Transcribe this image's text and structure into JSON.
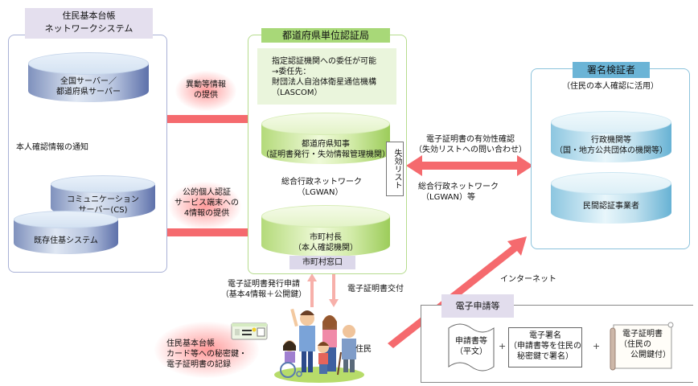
{
  "juki_network": {
    "title_line1": "住民基本台帳",
    "title_line2": "ネットワークシステム",
    "national_server": {
      "line1": "全国サーバー／",
      "line2": "都道府県サーバー"
    },
    "notify_label": "本人確認情報の通知",
    "cs_server": {
      "line1": "コミュニケーション",
      "line2": "サーバー(CS)"
    },
    "existing_system": "既存住基システム"
  },
  "flows": {
    "change_info": {
      "line1": "異動等情報",
      "line2": "の提供"
    },
    "four_info": {
      "line1": "公的個人認証",
      "line2": "サービス端末への",
      "line3": "4情報の提供"
    }
  },
  "prefecture_ca": {
    "title": "都道府県単位認証局",
    "delegation": {
      "line1": "指定認証機関への委任が可能",
      "line2": "→委任先：",
      "line3": "財団法人自治体衛星通信機構",
      "line4": "（LASCOM）"
    },
    "governor": {
      "line1": "都道府県知事",
      "line2": "（証明書発行・失効情報管理機関）"
    },
    "lgwan": {
      "line1": "総合行政ネットワーク",
      "line2": "（LGWAN）"
    },
    "mayor": {
      "line1": "市町村長",
      "line2": "（本人確認機関）"
    },
    "counter": "市町村窓口",
    "revocation_list": "失効リスト"
  },
  "validity_check": {
    "line1": "電子証明書の有効性確認",
    "line2": "（失効リストへの問い合わせ）",
    "net_line1": "総合行政ネットワーク",
    "net_line2": "（LGWAN）等"
  },
  "verifier": {
    "title": "署名検証者",
    "subtitle": "（住民の本人確認に活用）",
    "gov_agency": {
      "line1": "行政機関等",
      "line2": "（国・地方公共団体の機関等）"
    },
    "private_ca": "民間認証事業者"
  },
  "resident": {
    "apply_line1": "電子証明書発行申請",
    "apply_line2": "（基本4情報＋公開鍵）",
    "issue": "電子証明書交付",
    "label": "住民",
    "card_line1": "住民基本台帳",
    "card_line2": "カード等への秘密鍵・",
    "card_line3": "電子証明書の記録"
  },
  "internet_label": "インターネット",
  "e_application": {
    "title": "電子申請等",
    "doc1": {
      "line1": "申請書等",
      "line2": "（平文）"
    },
    "doc2": {
      "line1": "電子署名",
      "line2": "（申請書等を住民の",
      "line3": "秘密鍵で署名）"
    },
    "doc3": {
      "line1": "電子証明書",
      "line2": "（住民の",
      "line3": "公開鍵付）"
    },
    "plus": "+"
  },
  "colors": {
    "arrow_red": "#f56a6e",
    "arrow_pink": "#f7b0aa",
    "juki_frame": "#a9b1d6",
    "juki_title_bg": "#e4dfee",
    "ca_frame": "#b6dc8e",
    "ca_title_bg": "#a8d878",
    "ca_note_bg": "#eaf5dc",
    "verifier_frame": "#8cc3dc",
    "verifier_title_bg": "#6bb4d6",
    "counter_bg": "#dcd8ea",
    "eapp_title_bg": "#e2dded"
  }
}
